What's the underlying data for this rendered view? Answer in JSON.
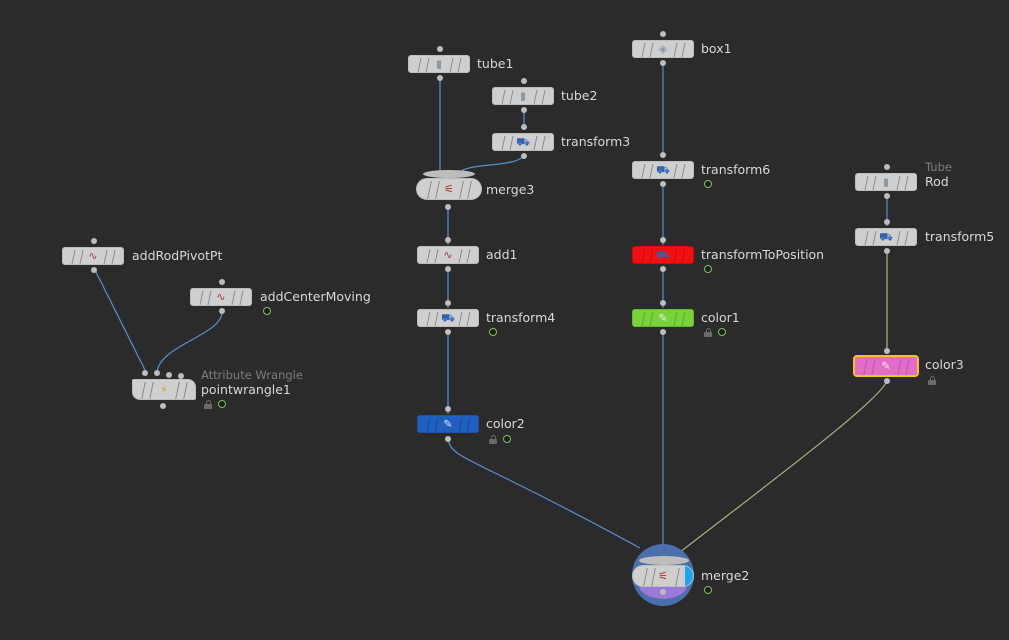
{
  "network": {
    "background": "#2b2b2b",
    "wire_color": "#5b8fcf",
    "selected_wire_color": "#a9b57a",
    "nodes": [
      {
        "id": "tube1",
        "label": "tube1",
        "icon": "tube-icon",
        "glyph": "▮",
        "color": "#cfcfcf"
      },
      {
        "id": "tube2",
        "label": "tube2",
        "icon": "tube-icon",
        "glyph": "▮",
        "color": "#cfcfcf"
      },
      {
        "id": "transform3",
        "label": "transform3",
        "icon": "transform-icon",
        "glyph": "⛟",
        "color": "#cfcfcf"
      },
      {
        "id": "merge3",
        "label": "merge3",
        "icon": "merge-icon",
        "glyph": "⚟",
        "color": "#cfcfcf"
      },
      {
        "id": "add1",
        "label": "add1",
        "icon": "add-icon",
        "glyph": "∿",
        "color": "#cfcfcf"
      },
      {
        "id": "transform4",
        "label": "transform4",
        "icon": "transform-icon",
        "glyph": "⛟",
        "color": "#cfcfcf"
      },
      {
        "id": "color2",
        "label": "color2",
        "icon": "color-icon",
        "glyph": "✎",
        "color": "#1e5fbf"
      },
      {
        "id": "box1",
        "label": "box1",
        "icon": "box-icon",
        "glyph": "◈",
        "color": "#cfcfcf"
      },
      {
        "id": "transform6",
        "label": "transform6",
        "icon": "transform-icon",
        "glyph": "⛟",
        "color": "#cfcfcf"
      },
      {
        "id": "transformToPosition",
        "label": "transformToPosition",
        "icon": "transform-icon",
        "glyph": "⛟",
        "color": "#f20f0f"
      },
      {
        "id": "color1",
        "label": "color1",
        "icon": "color-icon",
        "glyph": "✎",
        "color": "#7ad23a"
      },
      {
        "id": "rod",
        "label": "Rod",
        "type_label": "Tube",
        "icon": "tube-icon",
        "glyph": "▮",
        "color": "#cfcfcf"
      },
      {
        "id": "transform5",
        "label": "transform5",
        "icon": "transform-icon",
        "glyph": "⛟",
        "color": "#cfcfcf"
      },
      {
        "id": "color3",
        "label": "color3",
        "icon": "color-icon",
        "glyph": "✎",
        "color": "#e26ccc",
        "selected": true
      },
      {
        "id": "addRodPivotPt",
        "label": "addRodPivotPt",
        "icon": "add-icon",
        "glyph": "∿",
        "color": "#cfcfcf"
      },
      {
        "id": "addCenterMoving",
        "label": "addCenterMoving",
        "icon": "add-icon",
        "glyph": "∿",
        "color": "#cfcfcf"
      },
      {
        "id": "pointwrangle1",
        "label": "pointwrangle1",
        "type_label": "Attribute Wrangle",
        "icon": "wrangle-icon",
        "glyph": "⚡",
        "color": "#cfcfcf"
      },
      {
        "id": "merge2",
        "label": "merge2",
        "icon": "merge-icon",
        "glyph": "⚟",
        "color": "#cfcfcf",
        "display": true
      }
    ]
  }
}
